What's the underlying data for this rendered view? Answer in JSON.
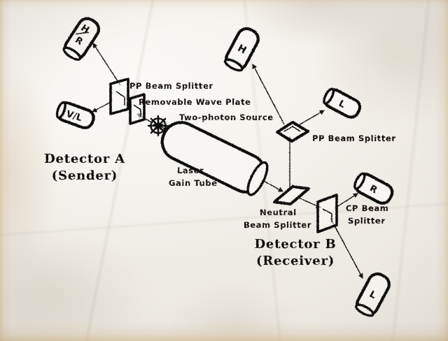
{
  "figure": {
    "kind": "optical-apparatus-diagram",
    "medium": "aged paper sketch",
    "ink_color": "#141210",
    "paper_color": "#f7f6f2",
    "edge_color": "#d6ba8e"
  },
  "sections": {
    "detector_a": {
      "title": "Detector A",
      "subtitle": "(Sender)"
    },
    "detector_b": {
      "title": "Detector B",
      "subtitle": "(Receiver)"
    }
  },
  "components": {
    "pp_beam_splitter_a": "PP Beam Splitter",
    "removable_wave_plate": "Removable Wave Plate",
    "two_photon_source": "Two-photon Source",
    "laser_gain_tube_line1": "Laser",
    "laser_gain_tube_line2": "Gain Tube",
    "pp_beam_splitter_b": "PP Beam Splitter",
    "neutral_beam_splitter_line1": "Neutral",
    "neutral_beam_splitter_line2": "Beam Splitter",
    "cp_beam_splitter_line1": "CP Beam",
    "cp_beam_splitter_line2": "Splitter"
  },
  "detectors": [
    {
      "id": "detector-hr",
      "label_top": "H",
      "label_bottom": "R",
      "label": "H/R",
      "side": "A"
    },
    {
      "id": "detector-vl",
      "label_top": "V",
      "label_bottom": "L",
      "label": "V/L",
      "side": "A"
    },
    {
      "id": "detector-h",
      "label": "H",
      "side": "B"
    },
    {
      "id": "detector-l-top",
      "label": "L",
      "side": "B"
    },
    {
      "id": "detector-r",
      "label": "R",
      "side": "B"
    },
    {
      "id": "detector-l-bot",
      "label": "L",
      "side": "B"
    }
  ]
}
